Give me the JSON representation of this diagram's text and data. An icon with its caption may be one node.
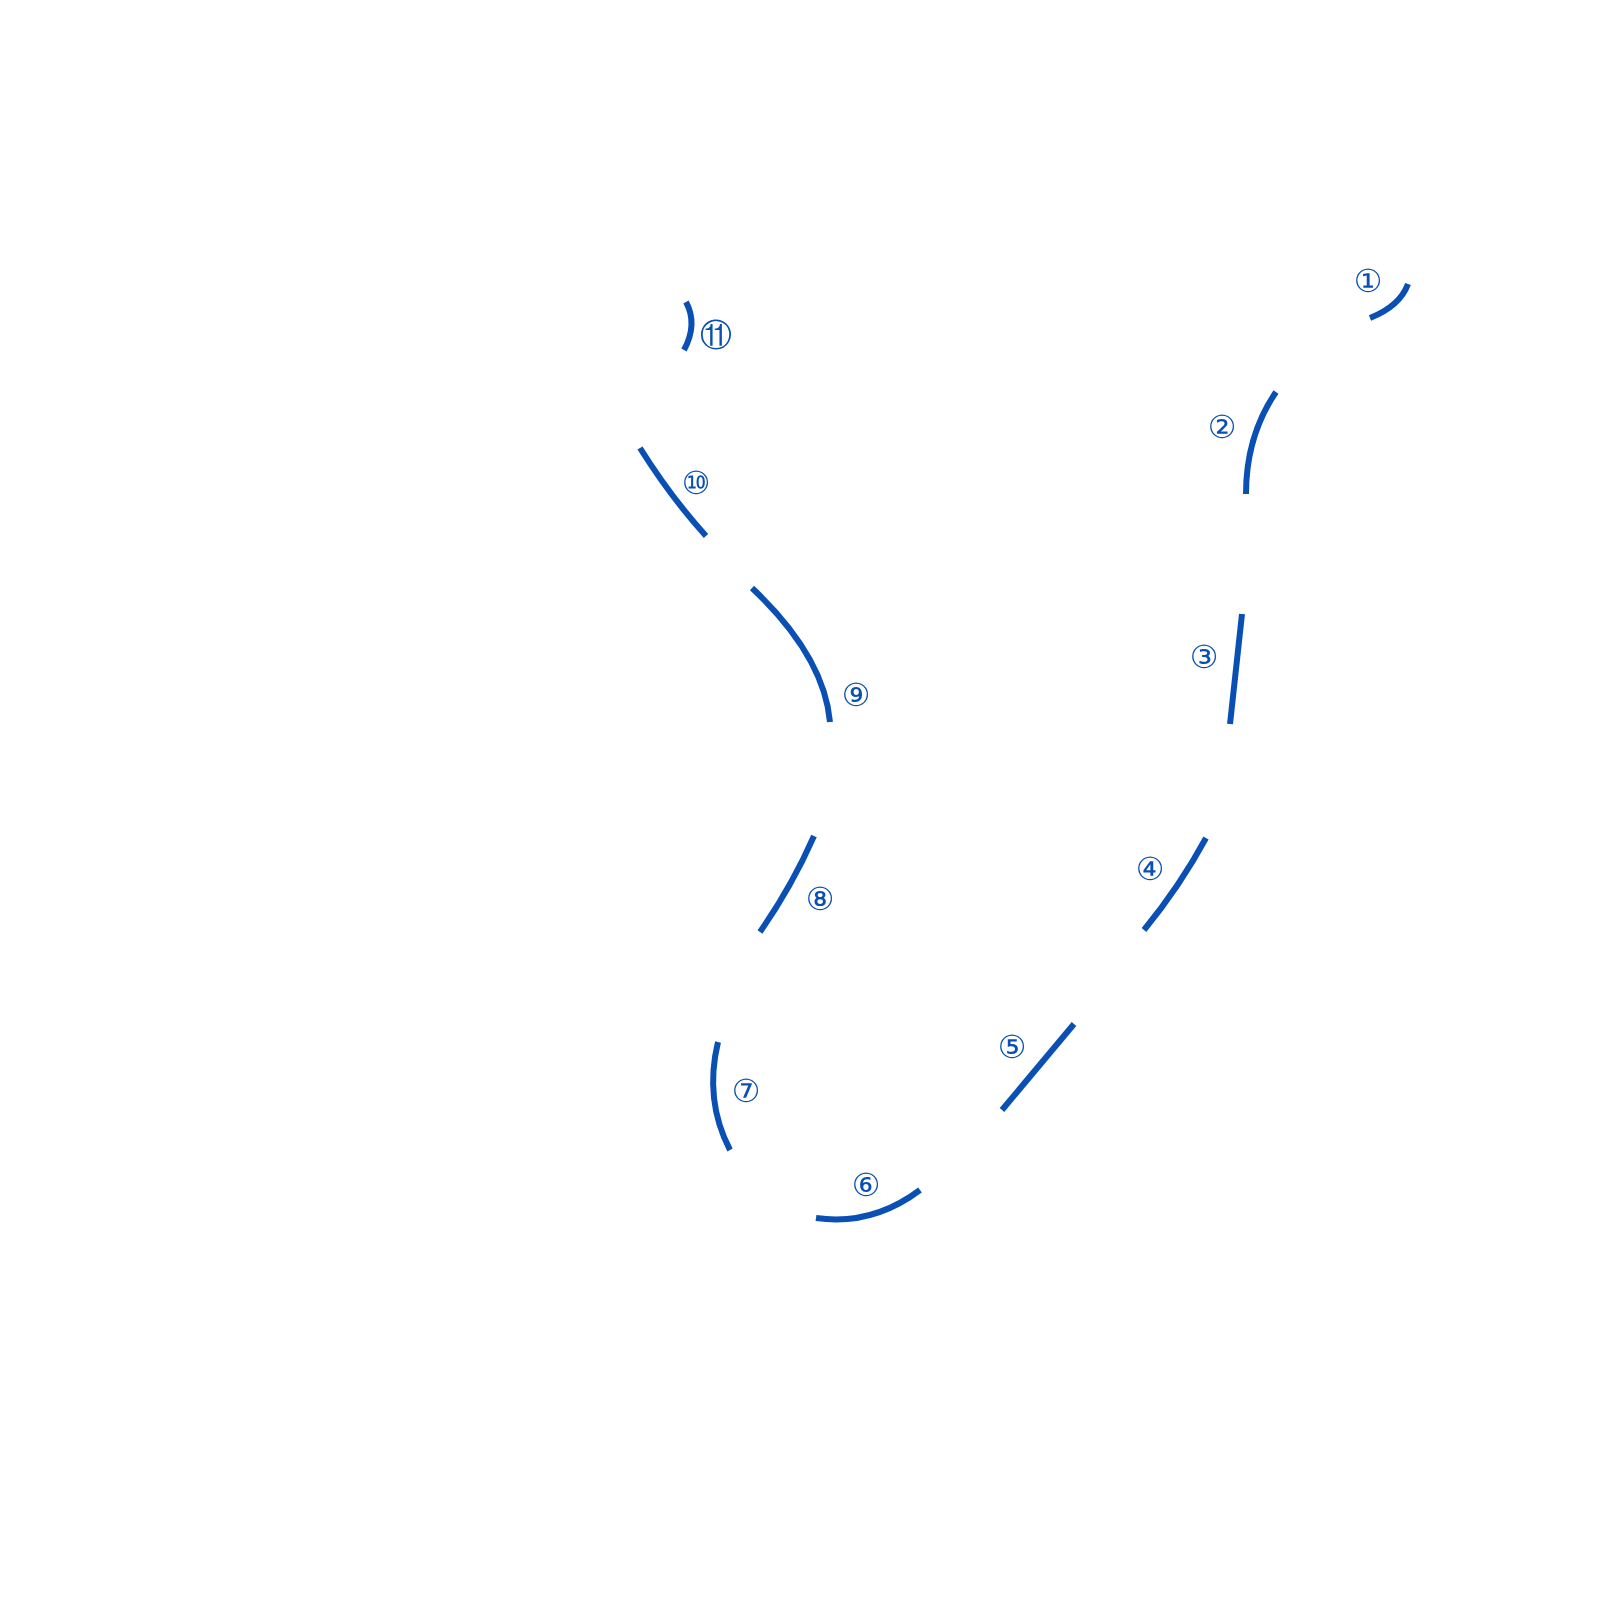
{
  "diagram": {
    "labels": [
      "①",
      "②",
      "③",
      "④",
      "⑤",
      "⑥",
      "⑦",
      "⑧",
      "⑨",
      "⑩",
      "⑪"
    ]
  }
}
